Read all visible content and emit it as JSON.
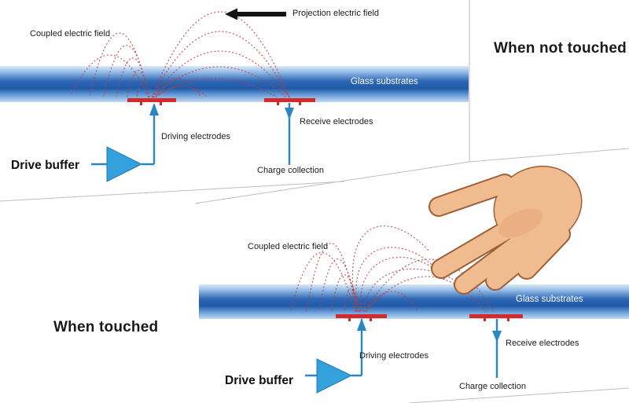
{
  "colors": {
    "glass_blue": "#2e67b5",
    "electrode_red": "#d42a2a",
    "field_red": "#c03a3a",
    "connector_blue": "#2b86c4",
    "buffer_blue": "#34a0dc",
    "arrow_black": "#141414",
    "skin": "#f1bb90",
    "skin_outline": "#9c5f38"
  },
  "panels": {
    "not_touched": {
      "title": "When not touched",
      "labels": {
        "coupled": "Coupled electric field",
        "projection": "Projection electric field",
        "glass": "Glass substrates",
        "driving": "Driving electrodes",
        "receive": "Receive electrodes",
        "charge": "Charge collection",
        "drive_buffer": "Drive buffer"
      }
    },
    "touched": {
      "title": "When touched",
      "labels": {
        "coupled": "Coupled electric field",
        "glass": "Glass substrates",
        "driving": "Driving electrodes",
        "receive": "Receive electrodes",
        "charge": "Charge collection",
        "drive_buffer": "Drive buffer"
      }
    }
  }
}
